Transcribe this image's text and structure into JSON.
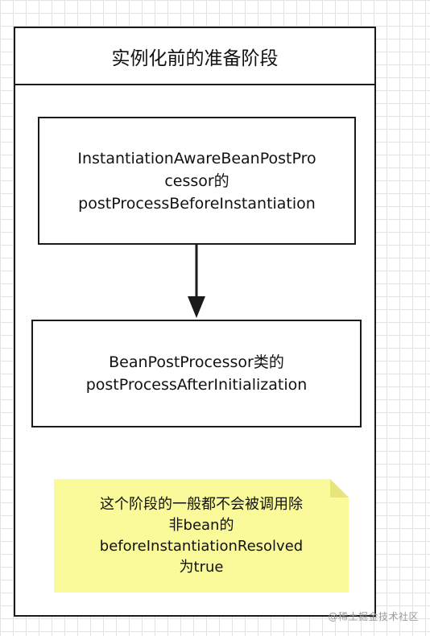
{
  "container": {
    "title": "实例化前的准备阶段"
  },
  "boxes": [
    {
      "text": "InstantiationAwareBeanPostPro\ncessor的\npostProcessBeforeInstantiation"
    },
    {
      "text": "BeanPostProcessor类的\npostProcessAfterInitialization"
    }
  ],
  "note": {
    "text": "这个阶段的一般都不会被调用除\n非bean的\nbeforeInstantiationResolved\n为true"
  },
  "watermark": "@稀土掘金技术社区",
  "colors": {
    "note_fill": "#fbfa9a",
    "note_fold": "#e7e47c",
    "stroke": "#1a1a1a",
    "grid": "#e3e3e3"
  }
}
